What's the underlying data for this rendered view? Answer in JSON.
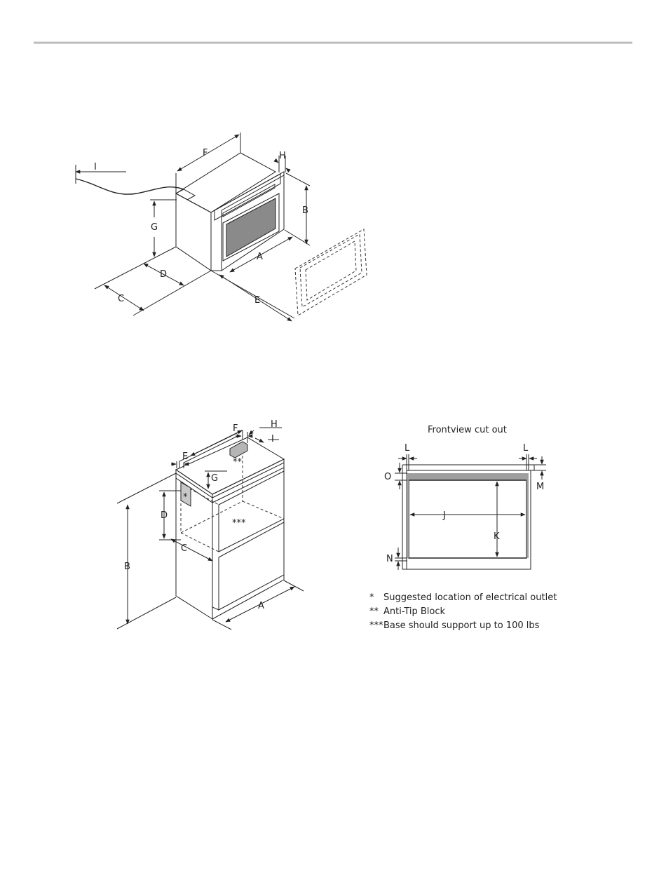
{
  "oven_diagram": {
    "labels": {
      "A": "A",
      "B": "B",
      "C": "C",
      "D": "D",
      "E": "E",
      "F": "F",
      "G": "G",
      "H": "H",
      "I": "I"
    }
  },
  "cabinet_diagram": {
    "labels": {
      "A": "A",
      "B": "B",
      "C": "C",
      "D": "D",
      "E": "E",
      "F": "F",
      "G": "G",
      "H": "H",
      "I": "I"
    },
    "marks": {
      "outlet": "*",
      "anti_tip": "**",
      "base": "***"
    }
  },
  "cutout_diagram": {
    "title": "Frontview cut out",
    "labels": {
      "L_left": "L",
      "L_right": "L",
      "O": "O",
      "M": "M",
      "J": "J",
      "K": "K",
      "N": "N"
    }
  },
  "legend": [
    {
      "mark": "*",
      "text": "Suggested location of electrical outlet"
    },
    {
      "mark": "**",
      "text": "Anti-Tip Block"
    },
    {
      "mark": "***",
      "text": "Base should support up to 100 lbs"
    }
  ],
  "colors": {
    "line": "#222222",
    "rule": "#bdbdbd",
    "shade": "#9e9e9e",
    "outlet": "#c8c8c8"
  }
}
